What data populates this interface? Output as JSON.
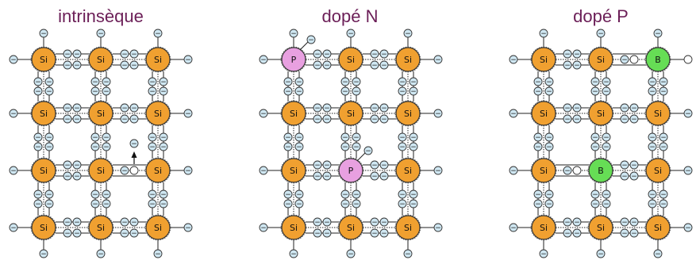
{
  "panels": [
    {
      "title": "intrinsèque",
      "grid": [
        [
          "Si",
          "Si",
          "Si"
        ],
        [
          "Si",
          "Si",
          "Si"
        ],
        [
          "Si",
          "Si",
          "Si"
        ],
        [
          "Si",
          "Si",
          "Si"
        ]
      ],
      "hole_generation": {
        "row": 2,
        "after_col": 1
      }
    },
    {
      "title": "dopé N",
      "grid": [
        [
          "P",
          "Si",
          "Si"
        ],
        [
          "Si",
          "Si",
          "Si"
        ],
        [
          "Si",
          "P",
          "Si"
        ],
        [
          "Si",
          "Si",
          "Si"
        ]
      ]
    },
    {
      "title": "dopé P",
      "grid": [
        [
          "Si",
          "Si",
          "B"
        ],
        [
          "Si",
          "Si",
          "Si"
        ],
        [
          "Si",
          "B",
          "Si"
        ],
        [
          "Si",
          "Si",
          "Si"
        ]
      ]
    }
  ],
  "symbols": {
    "electron_sign": "−"
  },
  "colors": {
    "title": "#6b1e57",
    "Si": "#f0a030",
    "P": "#e8a0e0",
    "B": "#66dd55",
    "electron": "#cfe7f2",
    "bond": "#222222"
  }
}
